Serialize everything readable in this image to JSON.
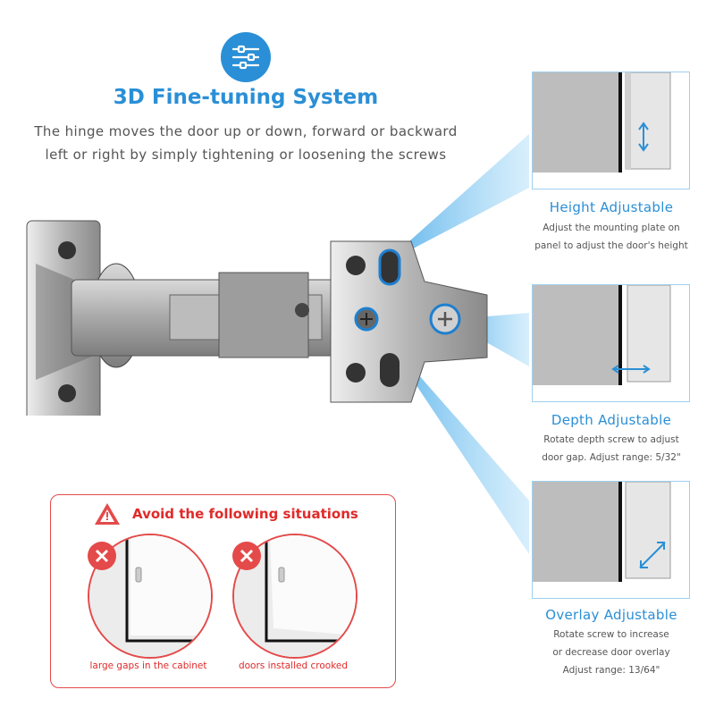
{
  "header": {
    "title": "3D Fine-tuning System",
    "subtitle_line1": "The hinge moves the door up or down, forward or backward",
    "subtitle_line2": "left or right by simply tightening or loosening the screws",
    "badge_icon": "sliders-icon"
  },
  "features": [
    {
      "title": "Height Adjustable",
      "desc_line1": "Adjust the mounting plate on",
      "desc_line2": "panel to adjust the door's height",
      "desc_line3": ""
    },
    {
      "title": "Depth Adjustable",
      "desc_line1": "Rotate depth screw to adjust",
      "desc_line2": "door gap. Adjust range: 5/32\"",
      "desc_line3": ""
    },
    {
      "title": "Overlay Adjustable",
      "desc_line1": "Rotate screw to increase",
      "desc_line2": "or decrease door overlay",
      "desc_line3": "Adjust range: 13/64\""
    }
  ],
  "warning": {
    "title": "Avoid the following situations",
    "cases": [
      {
        "label": "large gaps in the cabinet"
      },
      {
        "label": "doors installed crooked"
      }
    ]
  },
  "colors": {
    "accent": "#2a8fd6",
    "warning": "#e44a4a",
    "panel_border": "#9fd0ee"
  }
}
